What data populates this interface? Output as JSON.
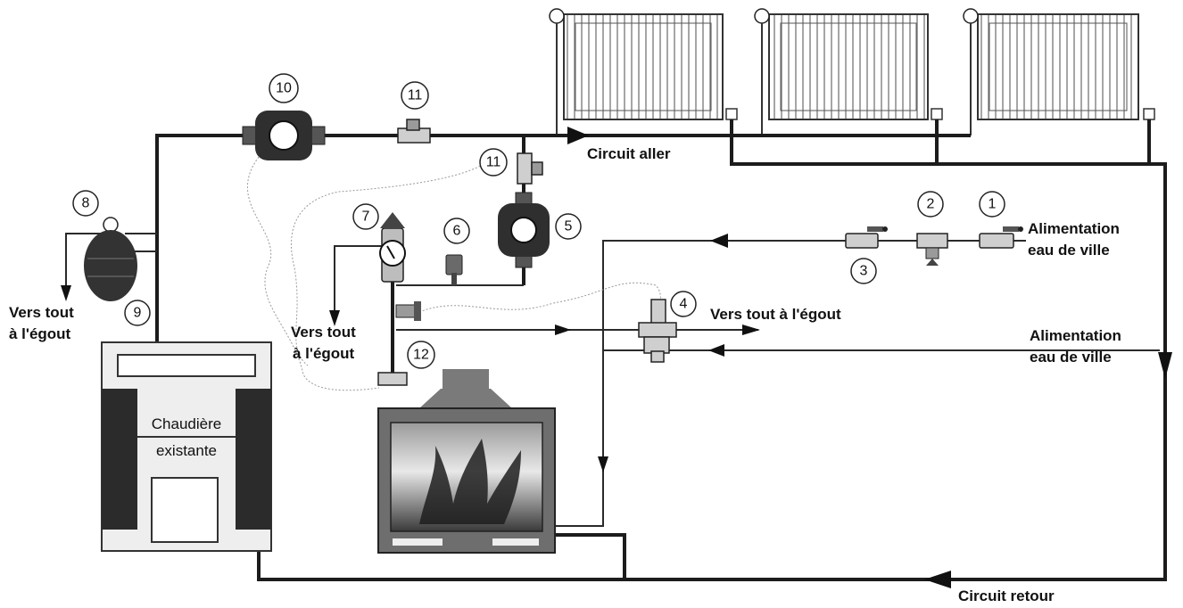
{
  "labels": {
    "circuit_aller": "Circuit aller",
    "circuit_retour": "Circuit retour",
    "alim_1_l1": "Alimentation",
    "alim_1_l2": "eau de ville",
    "alim_2_l1": "Alimentation",
    "alim_2_l2": "eau de ville",
    "egout_left_l1": "Vers tout",
    "egout_left_l2": "à l'égout",
    "egout_mid_l1": "Vers tout",
    "egout_mid_l2": "à l'égout",
    "egout_right": "Vers tout à l'égout",
    "boiler_l1": "Chaudière",
    "boiler_l2": "existante"
  },
  "callouts": {
    "n1": "1",
    "n2": "2",
    "n3": "3",
    "n4": "4",
    "n5": "5",
    "n6": "6",
    "n7": "7",
    "n8": "8",
    "n9": "9",
    "n10": "10",
    "n11a": "11",
    "n11b": "11",
    "n12": "12"
  },
  "colors": {
    "pipe": "#1c1c1c",
    "component_dark": "#3a3a3a",
    "component_mid": "#8a8a8a",
    "component_light": "#cfcfcf"
  }
}
